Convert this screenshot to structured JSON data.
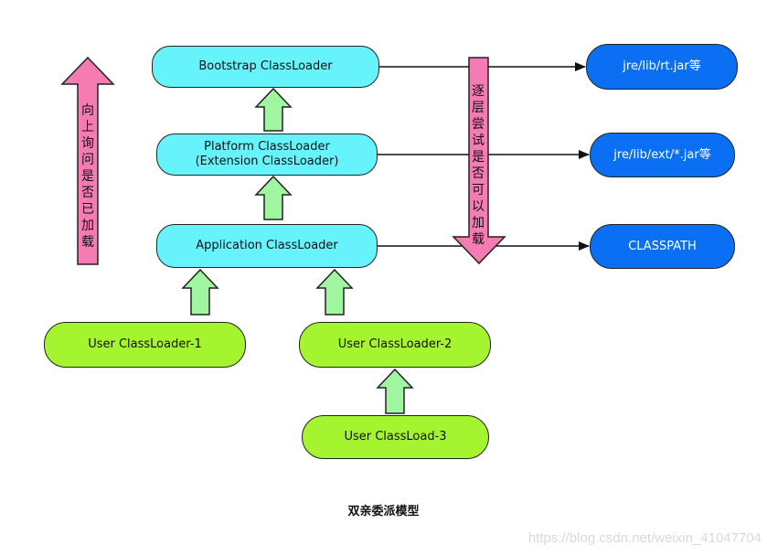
{
  "diagram": {
    "nodes": {
      "bootstrap": "Bootstrap ClassLoader",
      "platform": "Platform ClassLoader\n(Extension ClassLoader)",
      "application": "Application ClassLoader",
      "user1": "User ClassLoader-1",
      "user2": "User ClassLoader-2",
      "user3": "User ClassLoad-3"
    },
    "paths": {
      "rt": "jre/lib/rt.jar等",
      "ext": "jre/lib/ext/*.jar等",
      "classpath": "CLASSPATH"
    },
    "up_label": "向上询问是否已加载",
    "down_label": "逐层尝试是否可以加载",
    "caption": "双亲委派模型",
    "watermark": "https://blog.csdn.net/weixin_41047704"
  },
  "colors": {
    "loader_fill": "#66f3fb",
    "user_fill": "#a4f52f",
    "path_fill": "#0a6ff3",
    "up_arrow_fill": "#a0f5a0",
    "pink_arrow_fill": "#f57cb3"
  }
}
